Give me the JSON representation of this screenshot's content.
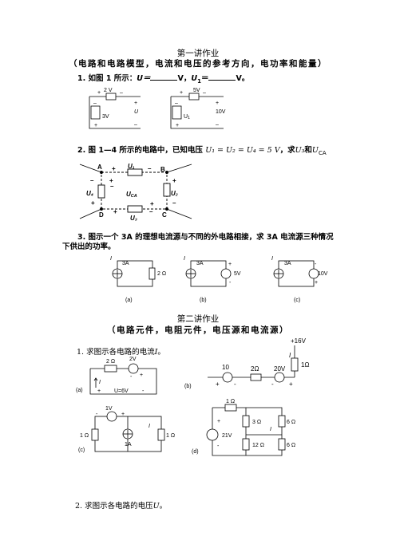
{
  "lecture1": {
    "title": "第一讲作业",
    "subtitle": "（电路和电路模型，电流和电压的参考方向，电功率和能量）",
    "q1_prefix": "1.  如图 1 所示：",
    "q1_u": "U＝",
    "q1_v1": "V，",
    "q1_u1": "U",
    "q1_u1_sub": "1",
    "q1_eq": "＝",
    "q1_v2": "V。",
    "fig1a": {
      "top": "2 V",
      "src": "3V",
      "out": "U"
    },
    "fig1b": {
      "top": "5V",
      "src": "U",
      "src_sub": "1",
      "out": "10V"
    },
    "q2_prefix": "2.  图 1—4 所示的电路中，已知电压",
    "q2_eq": "U₁ = U₂ = U₄ = 5 V",
    "q2_mid": "，求",
    "q2_u3": "U₃",
    "q2_and": "和",
    "q2_uca": "U",
    "q2_uca_sub": "CA",
    "fig2": {
      "A": "A",
      "B": "B",
      "C": "C",
      "D": "D",
      "u1": "U₁",
      "u2": "U₂",
      "u3": "U₃",
      "u4": "U₄",
      "uca": "U",
      "uca_sub": "CA"
    },
    "q3_line1": "3.  图示一个 3A 的理想电流源与不同的外电路相接，求 3A 电流源三种情况",
    "q3_line2": "下供出的功率。",
    "fig3": {
      "a": {
        "i": "I",
        "src": "3A",
        "load": "2 Ω",
        "label": "(a)"
      },
      "b": {
        "i": "I",
        "src": "3A",
        "load": "5V",
        "label": "(b)"
      },
      "c": {
        "i": "I",
        "src": "3A",
        "load": "10V",
        "label": "(c)"
      }
    }
  },
  "lecture2": {
    "title": "第二讲作业",
    "subtitle": "（电路元件，电阻元件，电压源和电流源）",
    "q1": "1. 求图示各电路的电流",
    "q1_i": "I",
    "q1_end": "。",
    "figA": {
      "r": "2 Ω",
      "v": "2V",
      "u": "U=6V",
      "i": "I",
      "label": "(a)"
    },
    "figB": {
      "v1": "10",
      "r": "2Ω",
      "v2": "20V",
      "top": "+16V",
      "r2": "1Ω",
      "i": "I",
      "label": "(b)"
    },
    "figC": {
      "v": "1V",
      "r1": "1 Ω",
      "cs": "1A",
      "r2": "1 Ω",
      "i": "I",
      "label": "(c)"
    },
    "figD": {
      "rt": "1 Ω",
      "v": "21V",
      "r3": "3 Ω",
      "r6a": "6 Ω",
      "r12": "12 Ω",
      "r6b": "6 Ω",
      "i": "I",
      "label": "(d)"
    },
    "q2": "2.   求图示各电路的电压",
    "q2_u": "U",
    "q2_end": "。"
  }
}
